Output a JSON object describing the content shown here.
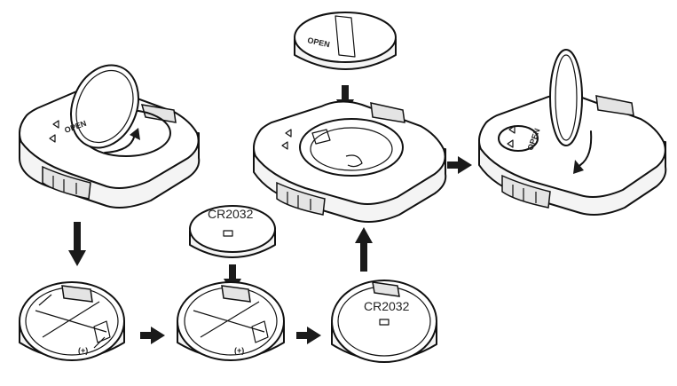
{
  "battery_label_top": "CR2032",
  "battery_label_bottom": "CR2032",
  "polarity_label_1": "(+)",
  "polarity_label_2": "(+)",
  "cover_text_1": "OPEN",
  "cover_text_2": "OPEN",
  "cover_text_3": "OPEN",
  "colors": {
    "line": "#111111",
    "fill": "#f4f4f4",
    "arrow": "#1a1a1a"
  },
  "steps": [
    {
      "step": "remove-cover",
      "icon": "unit-with-cover-open"
    },
    {
      "step": "lift-battery-holder",
      "icon": "battery-holder-empty"
    },
    {
      "step": "insert-battery",
      "icon": "battery-insert"
    },
    {
      "step": "holder-with-battery",
      "icon": "battery-holder-full"
    },
    {
      "step": "place-holder",
      "icon": "unit-open"
    },
    {
      "step": "close-cover",
      "icon": "unit-cover-close"
    }
  ]
}
